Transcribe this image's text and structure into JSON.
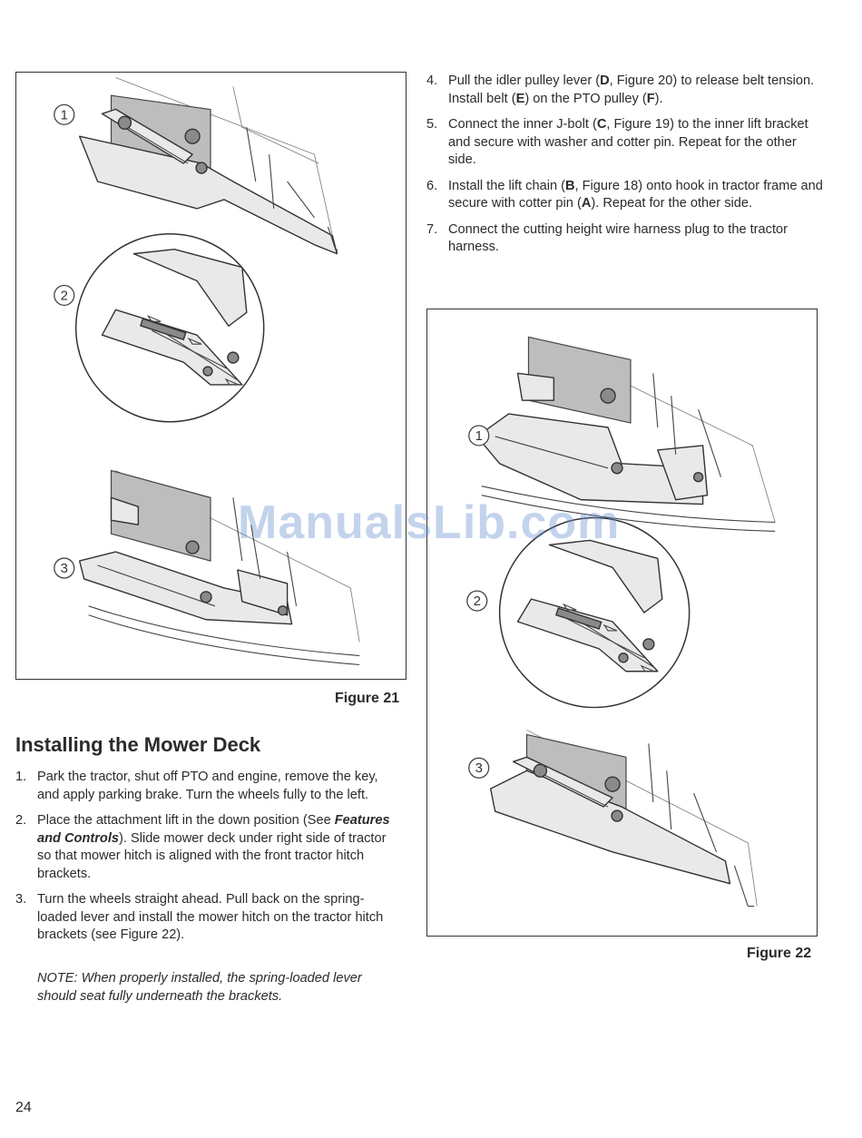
{
  "figure21": {
    "caption": "Figure 21",
    "markers": [
      "1",
      "2",
      "3"
    ]
  },
  "figure22": {
    "caption": "Figure 22",
    "markers": [
      "1",
      "2",
      "3"
    ]
  },
  "steps_right": [
    {
      "num": "4.",
      "parts": [
        "Pull the idler pulley lever (",
        "D",
        ", Figure 20) to release belt tension. Install belt (",
        "E",
        ") on the PTO pulley (",
        "F",
        ")."
      ]
    },
    {
      "num": "5.",
      "parts": [
        "Connect the inner J-bolt (",
        "C",
        ", Figure 19) to the inner lift bracket and secure with washer and cotter pin. Repeat for the other side."
      ]
    },
    {
      "num": "6.",
      "parts": [
        "Install the lift chain (",
        "B",
        ", Figure 18) onto hook in tractor frame and secure with cotter pin (",
        "A",
        "). Repeat for the other side."
      ]
    },
    {
      "num": "7.",
      "parts": [
        "Connect the cutting height wire harness plug to the tractor harness."
      ]
    }
  ],
  "section": {
    "title": "Installing the Mower Deck",
    "steps": [
      {
        "num": "1.",
        "text": "Park the tractor, shut off PTO and engine, remove the key, and apply parking brake. Turn the wheels fully to the left."
      },
      {
        "num": "2.",
        "text_before": "Place the attachment lift in the down position (See ",
        "ref": "Features and Controls",
        "text_after": "). Slide mower deck under right side of tractor so that mower hitch is aligned with the front tractor hitch brackets."
      },
      {
        "num": "3.",
        "text": "Turn the wheels straight ahead. Pull back on the spring-loaded lever and install the mower hitch on the tractor hitch brackets (see Figure 22)."
      }
    ],
    "note": "NOTE: When properly installed, the spring-loaded lever should seat fully underneath the brackets."
  },
  "page_number": "24",
  "watermark": "ManualsLib.com"
}
